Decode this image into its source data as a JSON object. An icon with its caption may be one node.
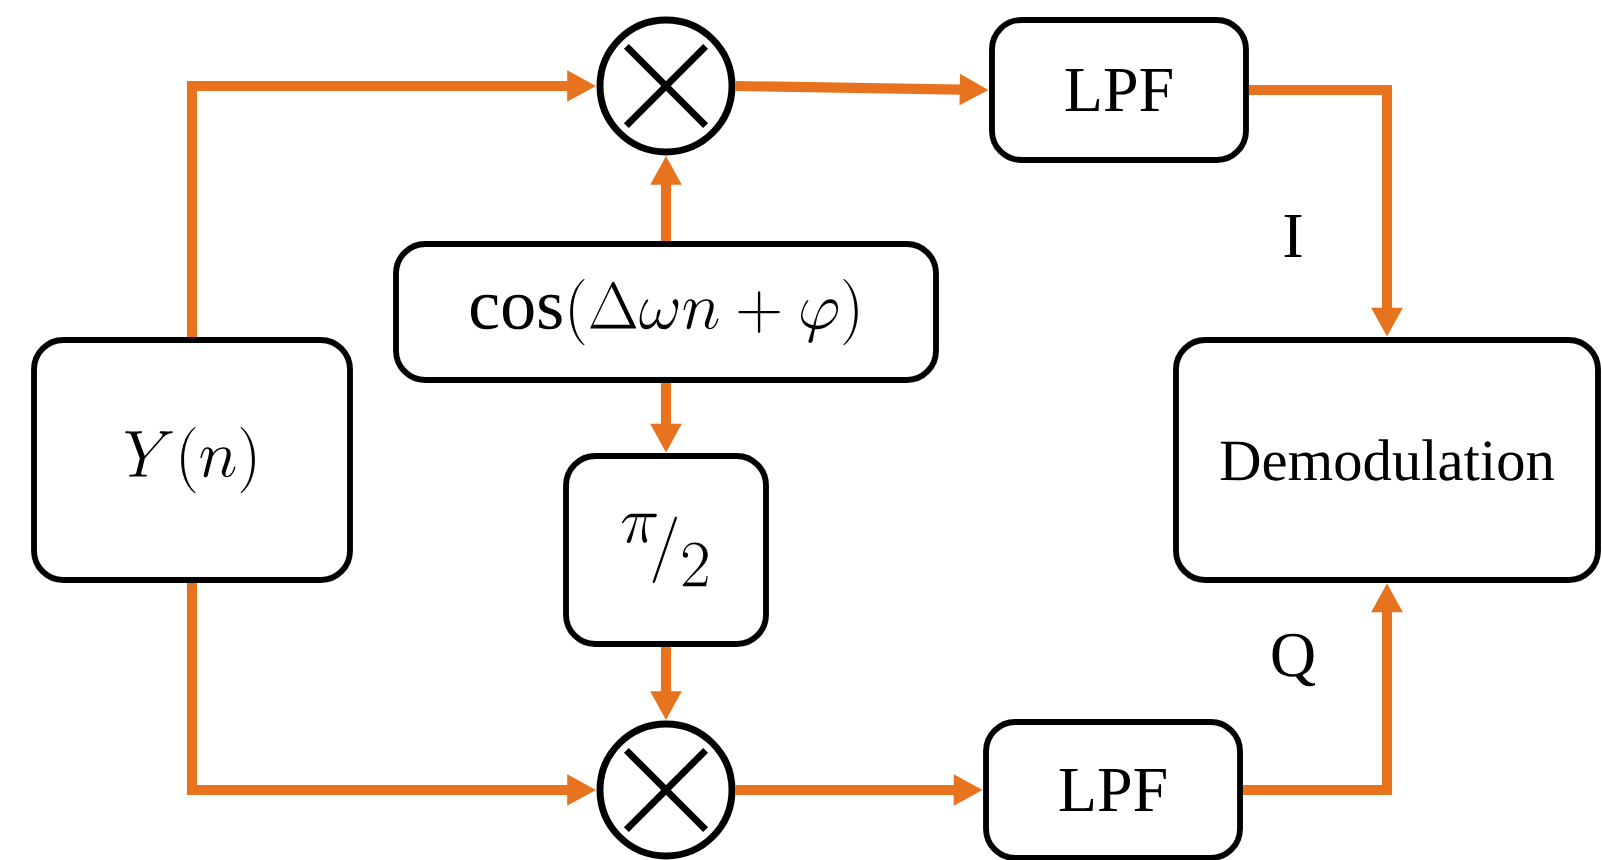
{
  "diagram": {
    "nodes": [
      {
        "text": [
          "Y(n)"
        ]
      },
      {
        "text": [],
        "shape": "circle"
      },
      {
        "text": [
          "\\cos(\\Delta\\omega n+\\varphi)"
        ]
      },
      {
        "text": [
          "{}^{\\pi}\\!\\big/_{2}"
        ]
      },
      {
        "text": [],
        "shape": "circle"
      },
      {
        "text": [
          "LPF"
        ]
      },
      {
        "text": [
          "LPF"
        ]
      },
      {
        "text": [
          "Demodulation"
        ]
      }
    ],
    "edges": [
      {
        "from": 0,
        "to": 1,
        "arrow": "to"
      },
      {
        "from": 0,
        "to": 4,
        "arrow": "to"
      },
      {
        "from": 2,
        "to": 1,
        "arrow": "to"
      },
      {
        "from": 2,
        "to": 3,
        "arrow": "to"
      },
      {
        "from": 3,
        "to": 4,
        "arrow": "to"
      },
      {
        "from": 1,
        "to": 5,
        "arrow": "to"
      },
      {
        "from": 4,
        "to": 6,
        "arrow": "to"
      },
      {
        "from": 5,
        "to": 7,
        "arrow": "to",
        "label": "I"
      },
      {
        "from": 6,
        "to": 7,
        "arrow": "to",
        "label": "Q"
      }
    ]
  }
}
